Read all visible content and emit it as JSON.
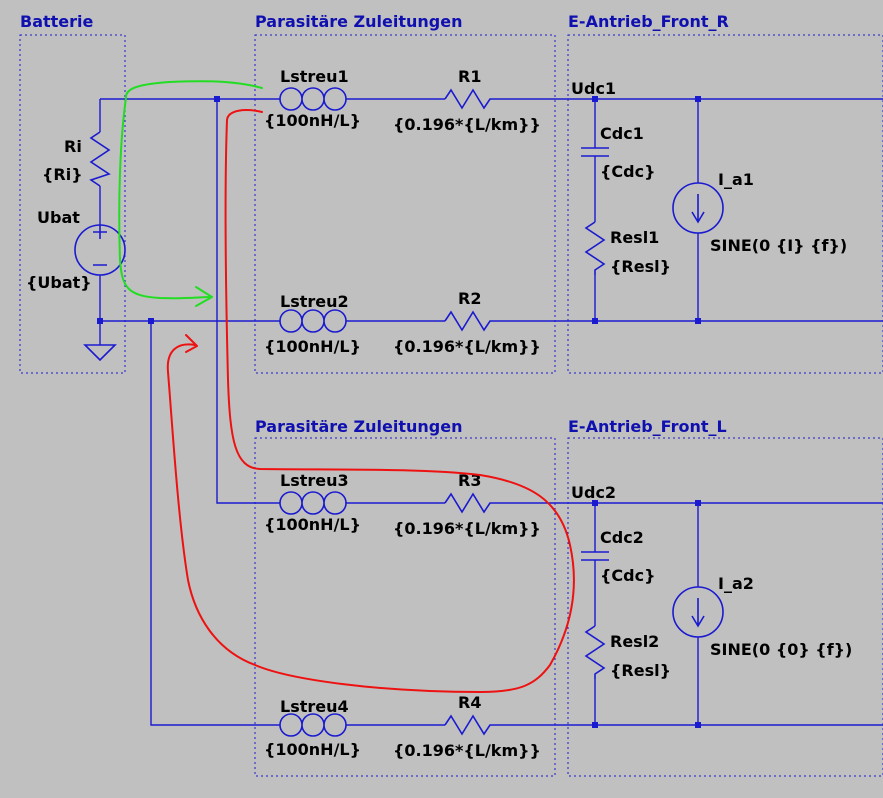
{
  "blocks": {
    "batterie": "Batterie",
    "zuleitungen_top": "Parasitäre Zuleitungen",
    "antrieb_r": "E-Antrieb_Front_R",
    "zuleitungen_bottom": "Parasitäre Zuleitungen",
    "antrieb_l": "E-Antrieb_Front_L"
  },
  "battery": {
    "ri_name": "Ri",
    "ri_value": "{Ri}",
    "ubat_name": "Ubat",
    "ubat_value": "{Ubat}"
  },
  "inductors": [
    {
      "name": "Lstreu1",
      "value": "{100nH/L}"
    },
    {
      "name": "Lstreu2",
      "value": "{100nH/L}"
    },
    {
      "name": "Lstreu3",
      "value": "{100nH/L}"
    },
    {
      "name": "Lstreu4",
      "value": "{100nH/L}"
    }
  ],
  "resistors": [
    {
      "name": "R1",
      "value": "{0.196*{L/km}}"
    },
    {
      "name": "R2",
      "value": "{0.196*{L/km}}"
    },
    {
      "name": "R3",
      "value": "{0.196*{L/km}}"
    },
    {
      "name": "R4",
      "value": "{0.196*{L/km}}"
    }
  ],
  "nets": {
    "udc1": "Udc1",
    "udc2": "Udc2"
  },
  "drive_r": {
    "cap_name": "Cdc1",
    "cap_value": "{Cdc}",
    "res_name": "Resl1",
    "res_value": "{Resl}",
    "src_name": "I_a1",
    "src_value": "SINE(0 {I} {f})"
  },
  "drive_l": {
    "cap_name": "Cdc2",
    "cap_value": "{Cdc}",
    "res_name": "Resl2",
    "res_value": "{Resl}",
    "src_name": "I_a2",
    "src_value": "SINE(0 {0} {f})"
  },
  "colors": {
    "background": "#c0c0c0",
    "wire": "#1a1ad0",
    "title": "#1010b0",
    "annotation_green": "#22dd22",
    "annotation_red": "#ee1111"
  }
}
